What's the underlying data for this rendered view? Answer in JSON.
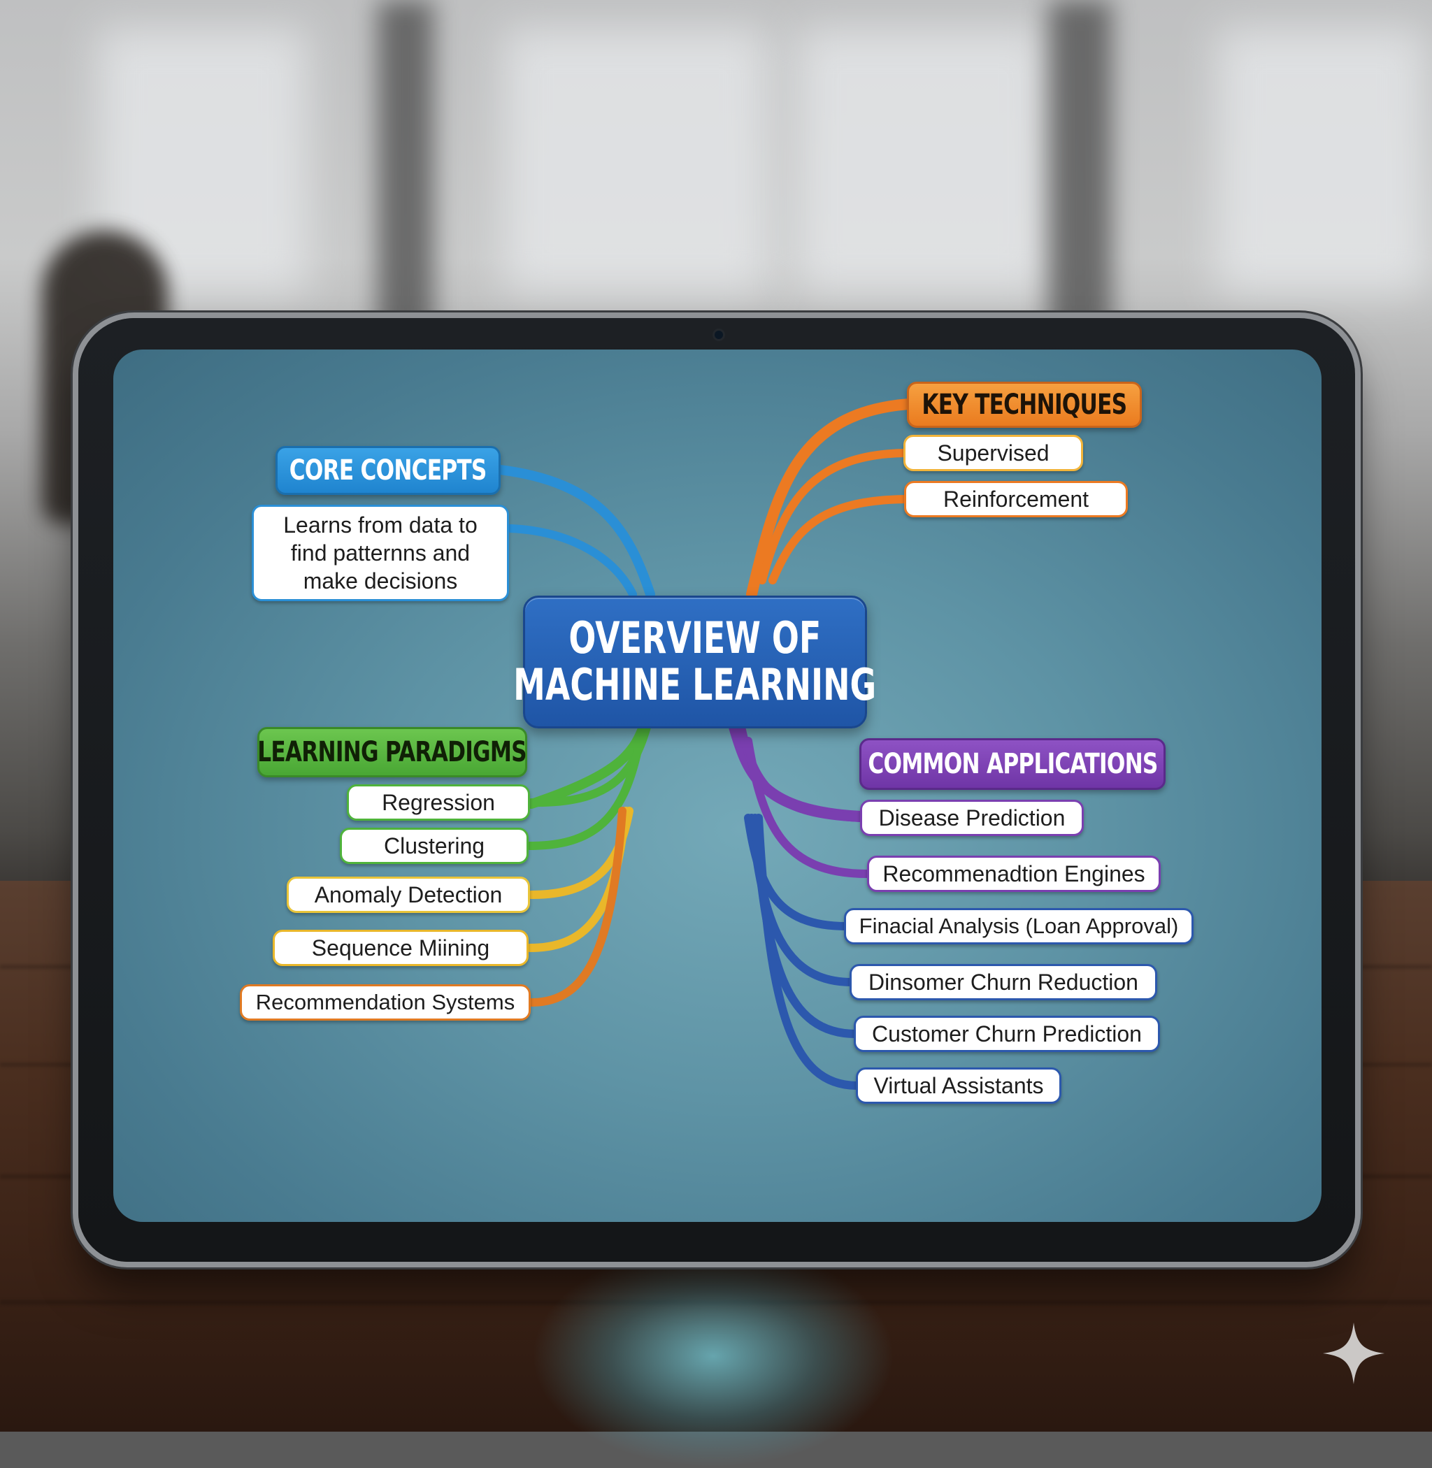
{
  "mindmap": {
    "center": {
      "line1": "OVERVIEW OF",
      "line2": "MACHINE LEARNING"
    },
    "core_concepts": {
      "title": "CORE CONCEPTS",
      "description": [
        "Learns from data to",
        "find patternns and",
        "make decisions"
      ]
    },
    "key_techniques": {
      "title": "KEY TECHNIQUES",
      "items": [
        "Supervised",
        "Reinforcement"
      ]
    },
    "learning_paradigms": {
      "title": "LEARNING PARADIGMS",
      "items": [
        "Regression",
        "Clustering",
        "Anomaly Detection",
        "Sequence Miining",
        "Recommendation Systems"
      ]
    },
    "common_applications": {
      "title": "COMMON APPLICATIONS",
      "items": [
        "Disease Prediction",
        "Recommenadtion Engines",
        "Finacial Analysis (Loan Approval)",
        "Dinsomer Churn Reduction",
        "Customer Churn Prediction",
        "Virtual Assistants"
      ]
    }
  },
  "colors": {
    "core": "#2a8fd6",
    "techniques": "#f08a26",
    "paradigms_green": "#4fb33b",
    "paradigms_yellow": "#e9b72a",
    "paradigms_orange": "#e07a23",
    "applications_purple": "#7a3fb0",
    "applications_blue": "#2c58ad",
    "center": "#2464b5"
  }
}
